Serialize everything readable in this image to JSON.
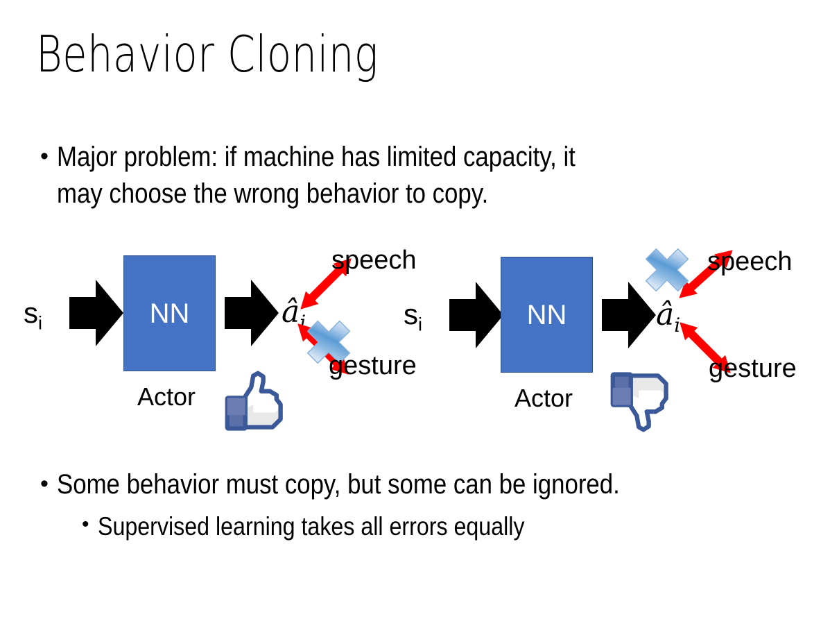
{
  "slide": {
    "title": "Behavior Cloning",
    "background_color": "#FFFFFF"
  },
  "bullets": [
    {
      "marker": "•",
      "text": "Major problem: if machine has limited capacity, it\nmay choose the wrong behavior to copy.",
      "level": 1
    },
    {
      "marker": "•",
      "text": "Some behavior must copy, but some can be ignored.",
      "level": 1
    },
    {
      "marker": "•",
      "text": "Supervised learning takes all errors equally",
      "level": 2
    }
  ],
  "diagrams": [
    {
      "id": "left",
      "state_label": "s",
      "state_subscript": "i",
      "box_label": "NN",
      "box_caption": "Actor",
      "action_label": "â",
      "action_subscript": "i",
      "outputs": [
        {
          "label": "speech",
          "crossed_out": false
        },
        {
          "label": "gesture",
          "crossed_out": true
        }
      ],
      "feedback": "thumbs-up"
    },
    {
      "id": "right",
      "state_label": "s",
      "state_subscript": "i",
      "box_label": "NN",
      "box_caption": "Actor",
      "action_label": "â",
      "action_subscript": "i",
      "outputs": [
        {
          "label": "speech",
          "crossed_out": true
        },
        {
          "label": "gesture",
          "crossed_out": false
        }
      ],
      "feedback": "thumbs-down"
    }
  ],
  "colors": {
    "nn_box_fill": "#4472C4",
    "nn_box_border": "#2F528F",
    "nn_box_text": "#FFFFFF",
    "arrow_black": "#000000",
    "arrow_red": "#FF0000",
    "x_mark_blue": "#5B9BD5",
    "thumb_blue": "#3B5998",
    "text_black": "#000000"
  }
}
